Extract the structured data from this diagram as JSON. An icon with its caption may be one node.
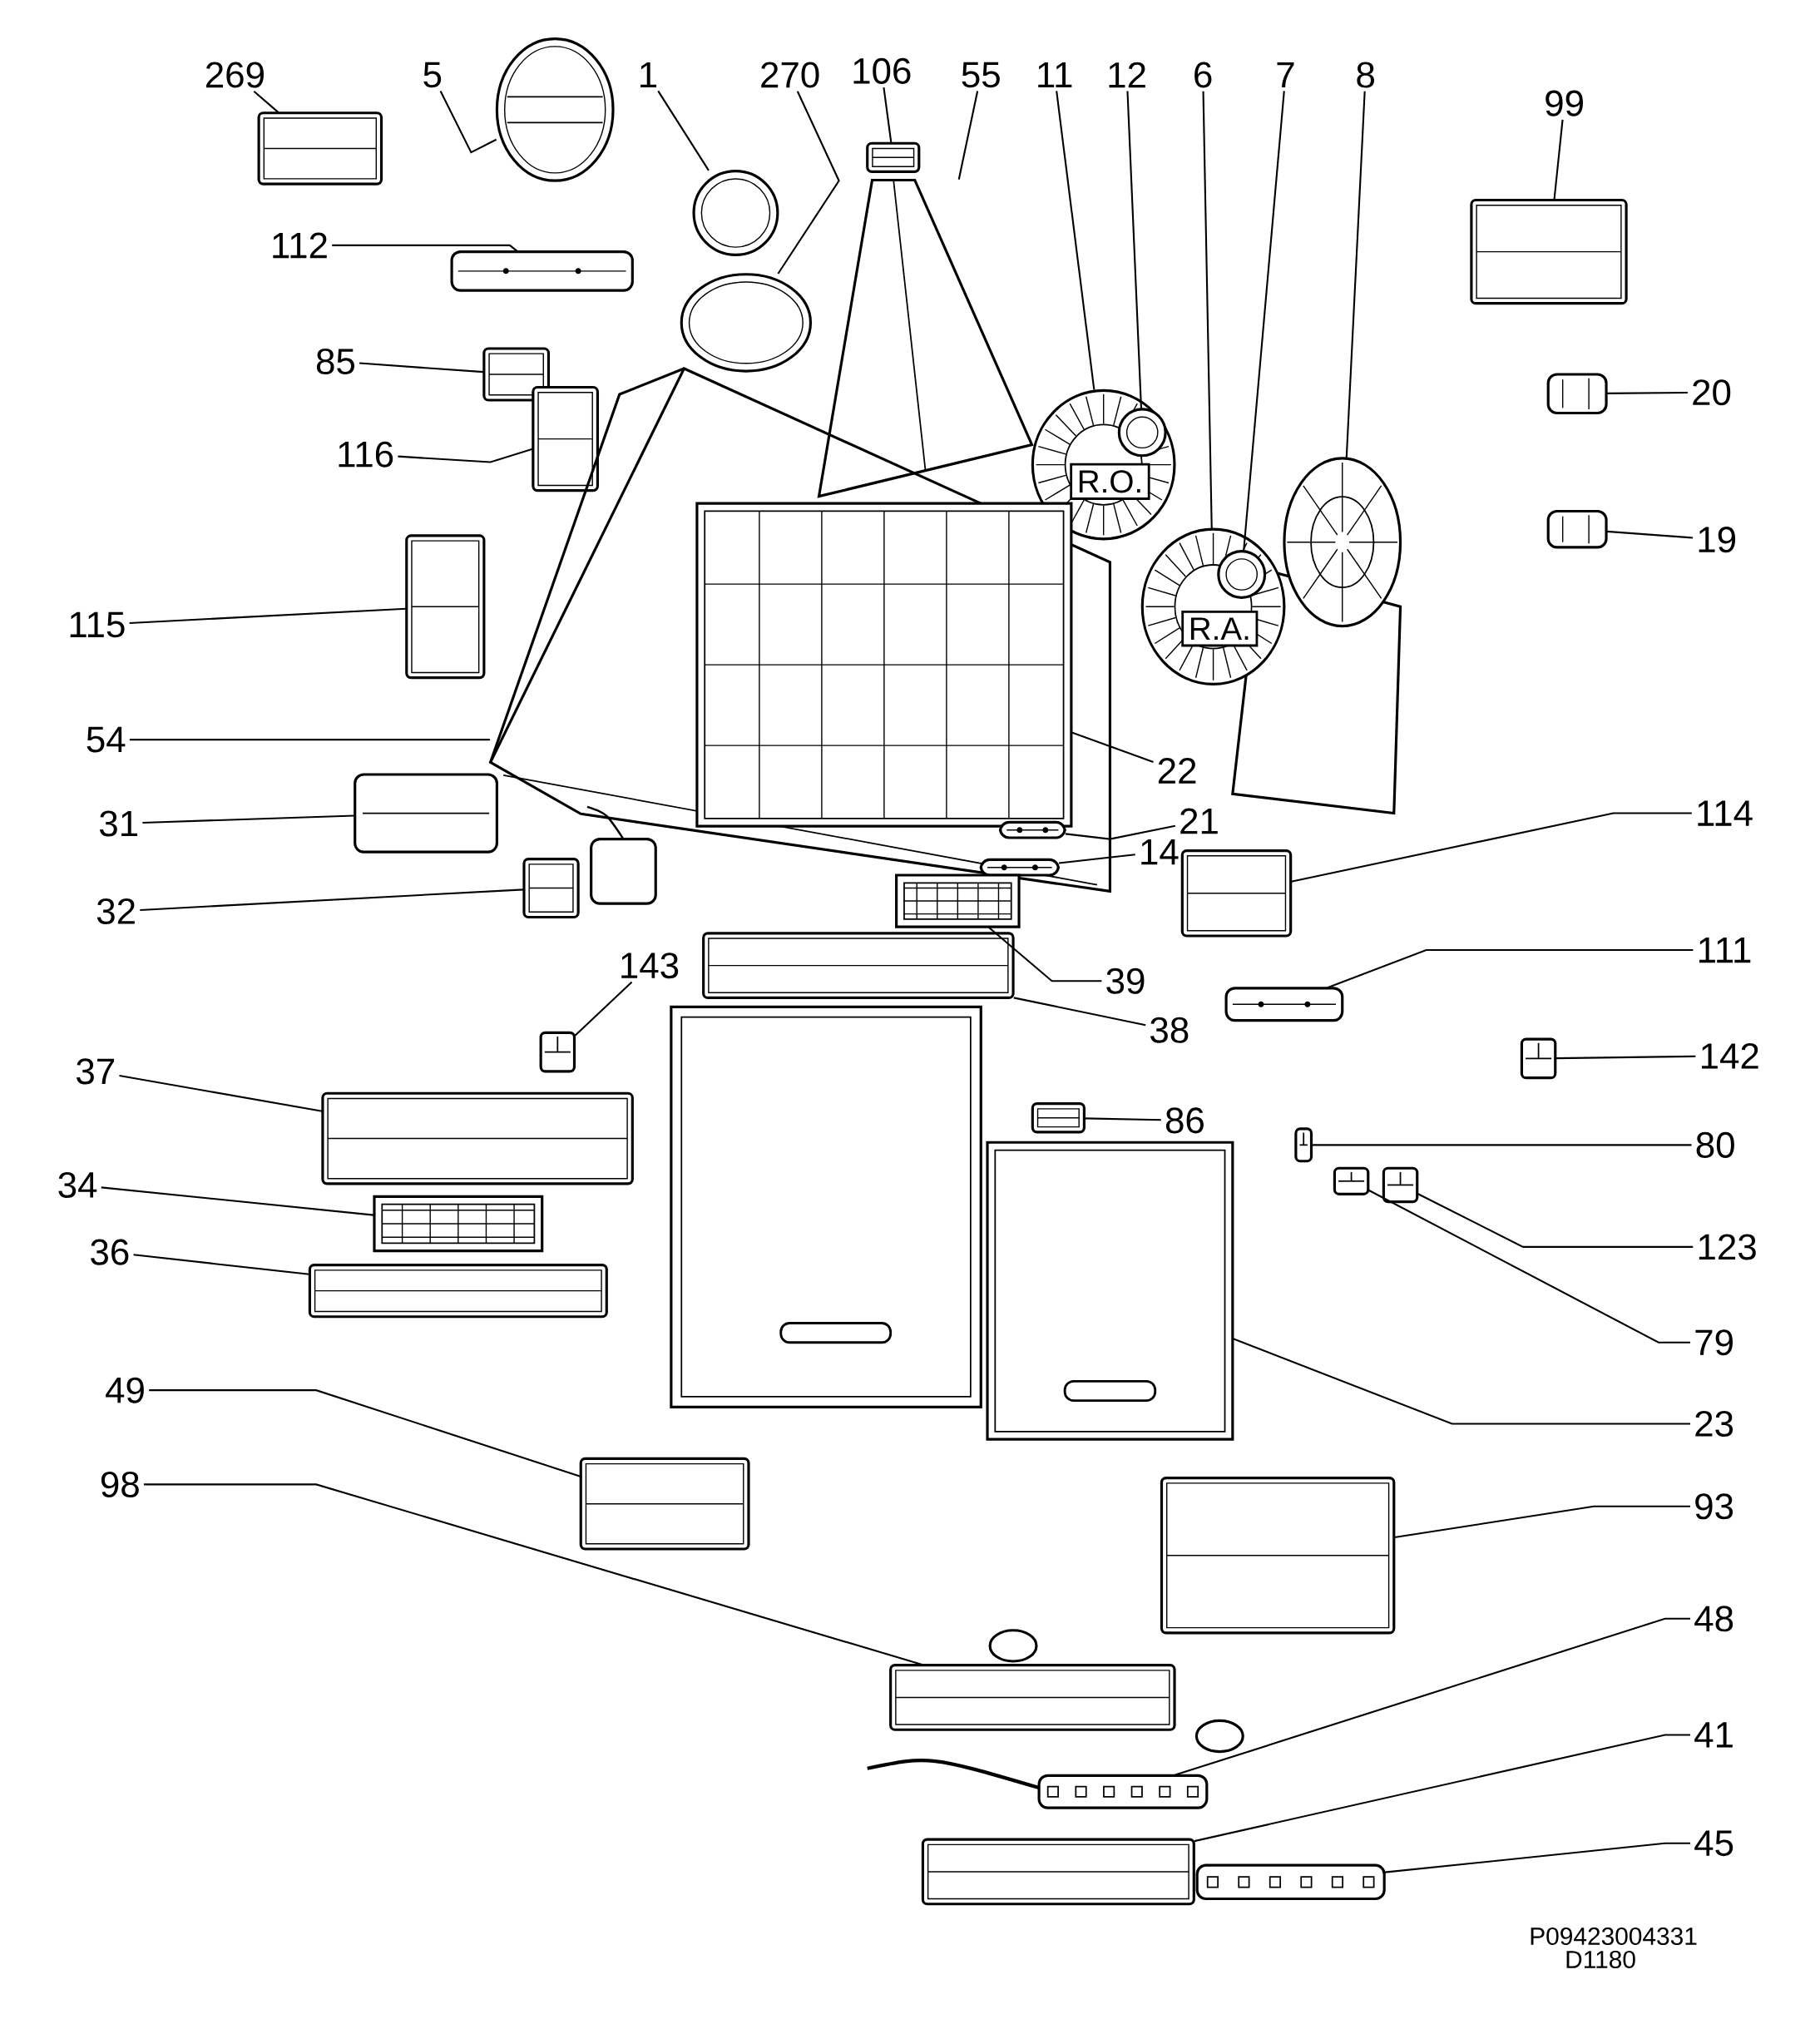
{
  "diagram": {
    "nodes": [
      {
        "text": [
          "269"
        ]
      },
      {
        "text": [
          "5"
        ]
      },
      {
        "text": [
          "1"
        ]
      },
      {
        "text": [
          "270"
        ]
      },
      {
        "text": [
          "106"
        ]
      },
      {
        "text": [
          "55"
        ]
      },
      {
        "text": [
          "11"
        ]
      },
      {
        "text": [
          "12"
        ]
      },
      {
        "text": [
          "6"
        ]
      },
      {
        "text": [
          "7"
        ]
      },
      {
        "text": [
          "8"
        ]
      },
      {
        "text": [
          "99"
        ]
      },
      {
        "text": [
          "112"
        ]
      },
      {
        "text": [
          "85"
        ]
      },
      {
        "text": [
          "20"
        ]
      },
      {
        "text": [
          "116"
        ]
      },
      {
        "text": [
          "19"
        ]
      },
      {
        "text": [
          "115"
        ]
      },
      {
        "text": [
          "54"
        ]
      },
      {
        "text": [
          "22"
        ]
      },
      {
        "text": [
          "31"
        ]
      },
      {
        "text": [
          "114"
        ]
      },
      {
        "text": [
          "21"
        ]
      },
      {
        "text": [
          "14"
        ]
      },
      {
        "text": [
          "32"
        ]
      },
      {
        "text": [
          "111"
        ]
      },
      {
        "text": [
          "143"
        ]
      },
      {
        "text": [
          "39"
        ]
      },
      {
        "text": [
          "38"
        ]
      },
      {
        "text": [
          "142"
        ]
      },
      {
        "text": [
          "37"
        ]
      },
      {
        "text": [
          "86"
        ]
      },
      {
        "text": [
          "80"
        ]
      },
      {
        "text": [
          "34"
        ]
      },
      {
        "text": [
          "123"
        ]
      },
      {
        "text": [
          "36"
        ]
      },
      {
        "text": [
          "79"
        ]
      },
      {
        "text": [
          "49"
        ]
      },
      {
        "text": [
          "23"
        ]
      },
      {
        "text": [
          "98"
        ]
      },
      {
        "text": [
          "93"
        ]
      },
      {
        "text": [
          "48"
        ]
      },
      {
        "text": [
          "41"
        ]
      },
      {
        "text": [
          "45"
        ]
      },
      {
        "text": [],
        "shape": "picture"
      },
      {
        "text": [],
        "shape": "picture"
      },
      {
        "text": [],
        "shape": "picture"
      },
      {
        "text": [],
        "shape": "picture"
      },
      {
        "text": [],
        "shape": "picture"
      },
      {
        "text": [],
        "shape": "picture"
      },
      {
        "text": [],
        "shape": "picture"
      },
      {
        "text": [],
        "shape": "picture",
        "in": 50
      },
      {
        "text": [],
        "shape": "picture"
      },
      {
        "text": [],
        "shape": "picture",
        "in": 52
      },
      {
        "text": [],
        "shape": "picture"
      },
      {
        "text": [],
        "shape": "picture"
      },
      {
        "text": [],
        "shape": "picture"
      },
      {
        "text": [],
        "shape": "picture"
      },
      {
        "text": [],
        "shape": "picture"
      },
      {
        "text": [],
        "shape": "picture"
      },
      {
        "text": [],
        "shape": "picture"
      },
      {
        "text": [],
        "shape": "picture"
      },
      {
        "text": [],
        "shape": "picture"
      },
      {
        "text": [],
        "shape": "picture",
        "in": 62
      },
      {
        "text": [],
        "shape": "picture"
      },
      {
        "text": [],
        "shape": "picture"
      },
      {
        "text": [],
        "shape": "picture",
        "in": 62
      },
      {
        "text": [],
        "shape": "picture",
        "in": 62
      },
      {
        "text": [],
        "shape": "picture"
      },
      {
        "text": [],
        "shape": "picture"
      },
      {
        "text": [],
        "shape": "picture"
      },
      {
        "text": [],
        "shape": "picture"
      },
      {
        "text": [],
        "shape": "picture"
      },
      {
        "text": [],
        "shape": "picture"
      },
      {
        "text": [],
        "shape": "picture"
      },
      {
        "text": [],
        "shape": "picture"
      },
      {
        "text": [],
        "shape": "picture"
      },
      {
        "text": [],
        "shape": "picture"
      },
      {
        "text": [],
        "shape": "picture"
      },
      {
        "text": [],
        "shape": "picture"
      },
      {
        "text": [],
        "shape": "picture"
      },
      {
        "text": [],
        "shape": "picture"
      },
      {
        "text": [],
        "shape": "picture"
      },
      {
        "text": [],
        "shape": "picture"
      },
      {
        "text": [],
        "shape": "picture"
      },
      {
        "text": [],
        "shape": "picture"
      },
      {
        "text": [],
        "shape": "picture"
      },
      {
        "text": [],
        "shape": "picture"
      }
    ],
    "edges": [
      {
        "from": 0,
        "to": 44,
        "arrow": "none"
      },
      {
        "from": 1,
        "to": 45,
        "arrow": "none"
      },
      {
        "from": 2,
        "to": 46,
        "arrow": "none"
      },
      {
        "from": 3,
        "to": 47,
        "arrow": "none"
      },
      {
        "from": 4,
        "to": 48,
        "arrow": "none"
      },
      {
        "from": 5,
        "to": 49,
        "arrow": "none"
      },
      {
        "from": 6,
        "to": 50,
        "arrow": "none"
      },
      {
        "from": 7,
        "to": 51,
        "arrow": "none"
      },
      {
        "from": 8,
        "to": 52,
        "arrow": "none"
      },
      {
        "from": 9,
        "to": 53,
        "arrow": "none"
      },
      {
        "from": 10,
        "to": 54,
        "arrow": "none"
      },
      {
        "from": 11,
        "to": 55,
        "arrow": "none"
      },
      {
        "from": 12,
        "to": 56,
        "arrow": "none"
      },
      {
        "from": 13,
        "to": 57,
        "arrow": "none"
      },
      {
        "from": 14,
        "to": 58,
        "arrow": "none"
      },
      {
        "from": 15,
        "to": 59,
        "arrow": "none"
      },
      {
        "from": 16,
        "to": 60,
        "arrow": "none"
      },
      {
        "from": 17,
        "to": 61,
        "arrow": "none"
      },
      {
        "from": 18,
        "to": 62,
        "arrow": "none"
      },
      {
        "from": 19,
        "to": 63,
        "arrow": "none"
      },
      {
        "from": 20,
        "to": 64,
        "arrow": "none"
      },
      {
        "from": 21,
        "to": 65,
        "arrow": "none"
      },
      {
        "from": 22,
        "to": 66,
        "arrow": "none"
      },
      {
        "from": 23,
        "to": 67,
        "arrow": "none"
      },
      {
        "from": 24,
        "to": 68,
        "arrow": "none"
      },
      {
        "from": 25,
        "to": 69,
        "arrow": "none"
      },
      {
        "from": 26,
        "to": 70,
        "arrow": "none"
      },
      {
        "from": 27,
        "to": 71,
        "arrow": "none"
      },
      {
        "from": 28,
        "to": 72,
        "arrow": "none"
      },
      {
        "from": 29,
        "to": 73,
        "arrow": "none"
      },
      {
        "from": 30,
        "to": 74,
        "arrow": "none"
      },
      {
        "from": 31,
        "to": 75,
        "arrow": "none"
      },
      {
        "from": 32,
        "to": 76,
        "arrow": "none"
      },
      {
        "from": 33,
        "to": 77,
        "arrow": "none"
      },
      {
        "from": 34,
        "to": 78,
        "arrow": "none"
      },
      {
        "from": 35,
        "to": 79,
        "arrow": "none"
      },
      {
        "from": 36,
        "to": 80,
        "arrow": "none"
      },
      {
        "from": 37,
        "to": 81,
        "arrow": "none"
      },
      {
        "from": 38,
        "to": 82,
        "arrow": "none"
      },
      {
        "from": 39,
        "to": 83,
        "arrow": "none"
      },
      {
        "from": 40,
        "to": 84,
        "arrow": "none"
      },
      {
        "from": 41,
        "to": 85,
        "arrow": "none"
      },
      {
        "from": 42,
        "to": 86,
        "arrow": "none"
      },
      {
        "from": 43,
        "to": 87,
        "arrow": "none"
      }
    ],
    "labels": [
      "R.O.",
      "R.A.",
      "P09423004331",
      "D1180"
    ]
  }
}
